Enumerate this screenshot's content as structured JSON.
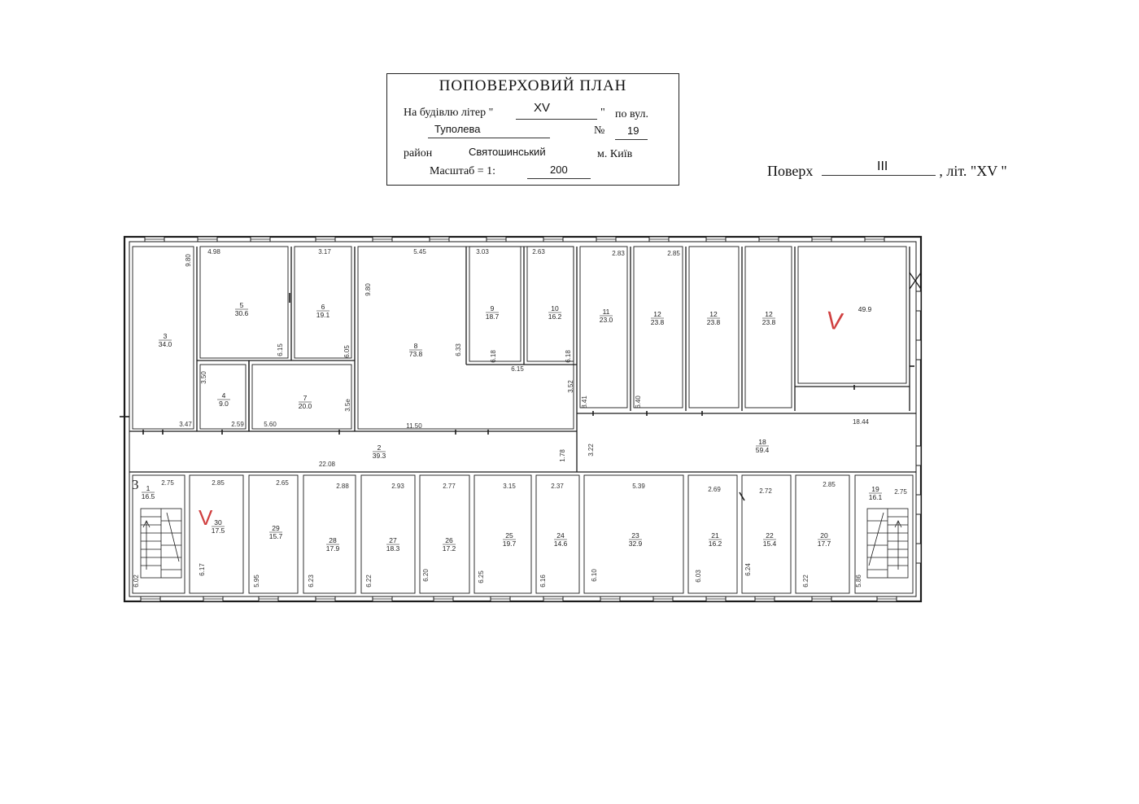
{
  "header": {
    "title": "ПОПОВЕРХОВИЙ ПЛАН",
    "line1_prefix": "На будівлю літер \"",
    "letter": "XV",
    "line1_mid": "\"",
    "line1_suffix": "по вул.",
    "street": "Туполева",
    "number_label": "№",
    "number": "19",
    "district_label": "район",
    "district": "Святошинський",
    "city": "м. Київ",
    "scale_label": "Масштаб = 1:",
    "scale": "200"
  },
  "floor": {
    "label": "Поверх",
    "value": "III",
    "letter_prefix": ", літ. \"",
    "letter": "XV",
    "letter_suffix": "\""
  },
  "annotations": {
    "stair_mark": "3",
    "check_mark": "V"
  },
  "rooms": [
    {
      "id": "3",
      "area": "34.0"
    },
    {
      "id": "5",
      "area": "30.6"
    },
    {
      "id": "6",
      "area": "19.1"
    },
    {
      "id": "4",
      "area": "9.0"
    },
    {
      "id": "7",
      "area": "20.0"
    },
    {
      "id": "8",
      "area": "73.8"
    },
    {
      "id": "9",
      "area": "18.7"
    },
    {
      "id": "10",
      "area": "16.2"
    },
    {
      "id": "11",
      "area": "23.0"
    },
    {
      "id": "12",
      "area": "23.8"
    },
    {
      "id": "12",
      "area": "23.8"
    },
    {
      "id": "12",
      "area": "23.8"
    },
    {
      "id": "",
      "area": "49.9"
    },
    {
      "id": "2",
      "area": "39.3"
    },
    {
      "id": "18",
      "area": "59.4"
    },
    {
      "id": "1",
      "area": "16.5"
    },
    {
      "id": "30",
      "area": "17.5"
    },
    {
      "id": "29",
      "area": "15.7"
    },
    {
      "id": "28",
      "area": "17.9"
    },
    {
      "id": "27",
      "area": "18.3"
    },
    {
      "id": "26",
      "area": "17.2"
    },
    {
      "id": "25",
      "area": "19.7"
    },
    {
      "id": "24",
      "area": "14.6"
    },
    {
      "id": "23",
      "area": "32.9"
    },
    {
      "id": "21",
      "area": "16.2"
    },
    {
      "id": "22",
      "area": "15.4"
    },
    {
      "id": "20",
      "area": "17.7"
    },
    {
      "id": "19",
      "area": "16.1"
    }
  ],
  "dimensions": [
    "4.98",
    "3.17",
    "5.45",
    "3.03",
    "2.63",
    "2.83",
    "2.85",
    "9.80",
    "9.80",
    "6.15",
    "6.05",
    "6.33",
    "6.18",
    "6.18",
    "6.15",
    "3.50",
    "3.5e",
    "3.47",
    "2.59",
    "5.60",
    "11.50",
    "3.52",
    "8.41",
    "6.40",
    "18.44",
    "3.22",
    "1.78",
    "22.08",
    "2.75",
    "2.85",
    "2.65",
    "2.88",
    "2.93",
    "2.77",
    "3.15",
    "2.37",
    "5.39",
    "2.69",
    "2.72",
    "2.85",
    "2.75",
    "6.02",
    "6.17",
    "5.95",
    "6.23",
    "6.22",
    "6.20",
    "6.25",
    "6.16",
    "6.10",
    "6.03",
    "6.24",
    "6.22",
    "5.86"
  ]
}
